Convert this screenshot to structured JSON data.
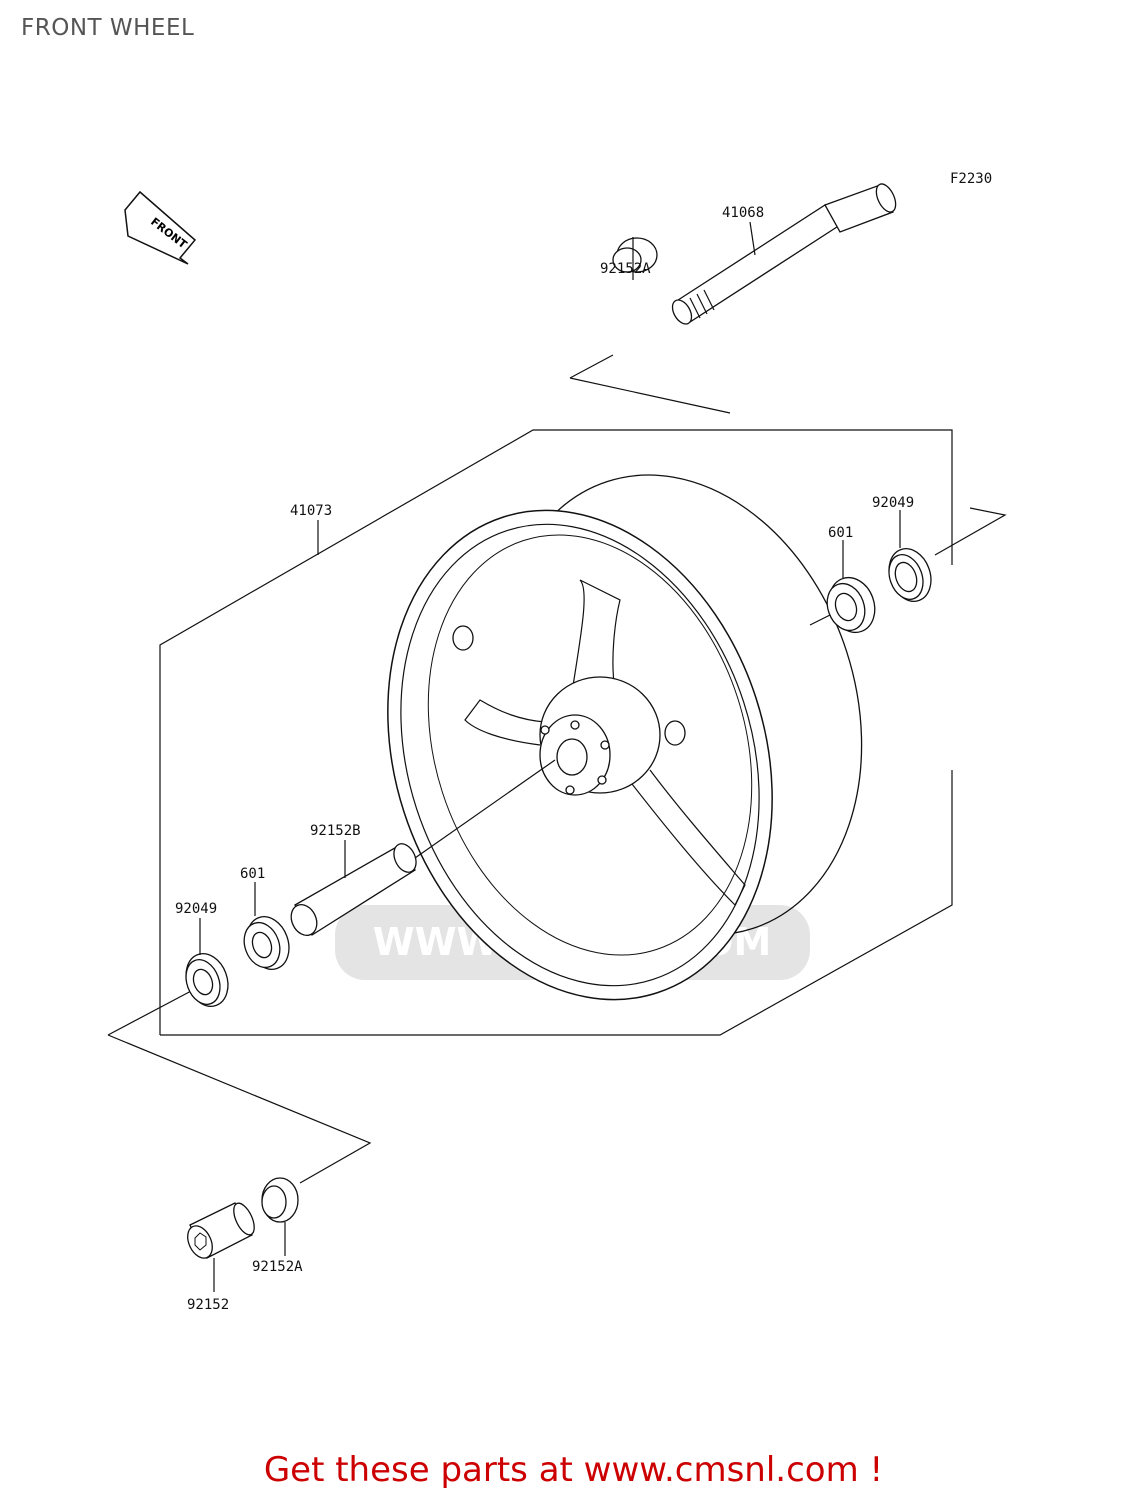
{
  "title": "FRONT WHEEL",
  "diagram_code": "F2230",
  "direction_label": "FRONT",
  "watermark": {
    "text": "WWW.CMSNL.COM"
  },
  "callouts": {
    "axle": "41068",
    "collar_top_right": "92152A",
    "wheel": "41073",
    "seal_right": "92049",
    "bearing_right": "601",
    "spacer": "92152B",
    "bearing_left": "601",
    "seal_left": "92049",
    "collar_bottom_left": "92152A",
    "collar_bottom": "92152"
  },
  "footer": {
    "text": "Get these parts at www.cmsnl.com !"
  },
  "colors": {
    "footer": "#cc0000",
    "title": "#555555",
    "lines": "#111111"
  }
}
